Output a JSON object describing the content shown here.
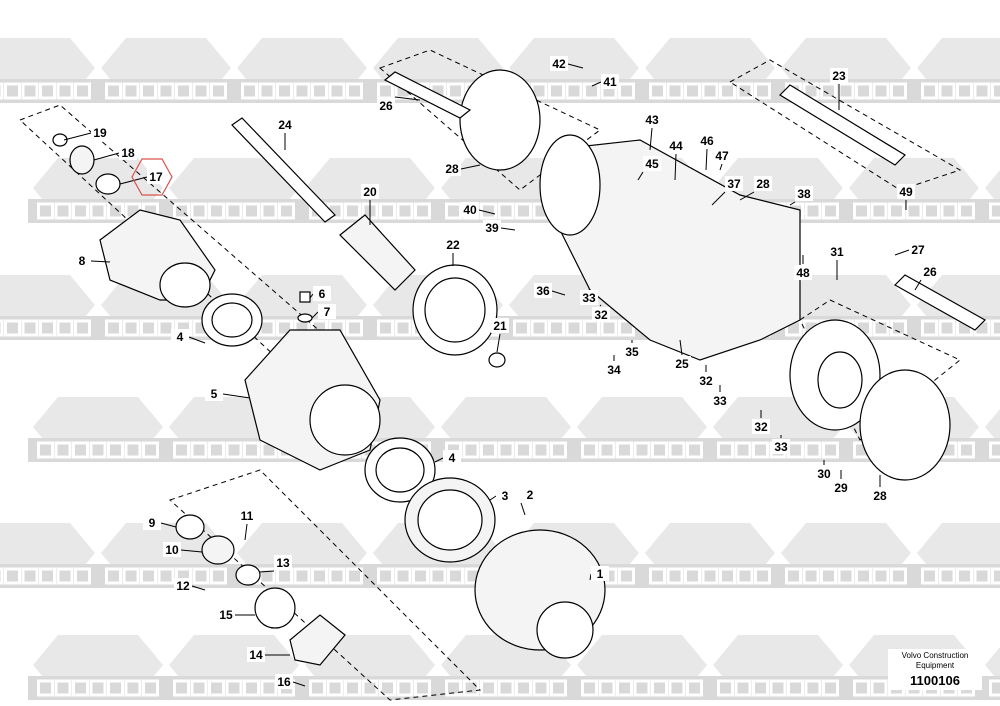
{
  "watermark": {
    "text_cyrillic": "КОМПАРТ",
    "text_latin": "COMPART",
    "color": "#d9d9d9"
  },
  "highlight": {
    "part": "17",
    "color": "#d9534f"
  },
  "callouts": [
    "19",
    "18",
    "17",
    "8",
    "24",
    "20",
    "22",
    "21",
    "6",
    "7",
    "4",
    "5",
    "4",
    "3",
    "2",
    "1",
    "9",
    "11",
    "10",
    "13",
    "12",
    "15",
    "14",
    "16",
    "26",
    "28",
    "42",
    "41",
    "43",
    "45",
    "44",
    "46",
    "47",
    "37",
    "28",
    "38",
    "23",
    "49",
    "27",
    "26",
    "31",
    "48",
    "40",
    "39",
    "36",
    "33",
    "32",
    "35",
    "34",
    "25",
    "32",
    "33",
    "32",
    "33",
    "30",
    "29",
    "28"
  ],
  "footer": {
    "manufacturer": "Volvo Construction Equipment",
    "drawing_number": "1100106"
  }
}
